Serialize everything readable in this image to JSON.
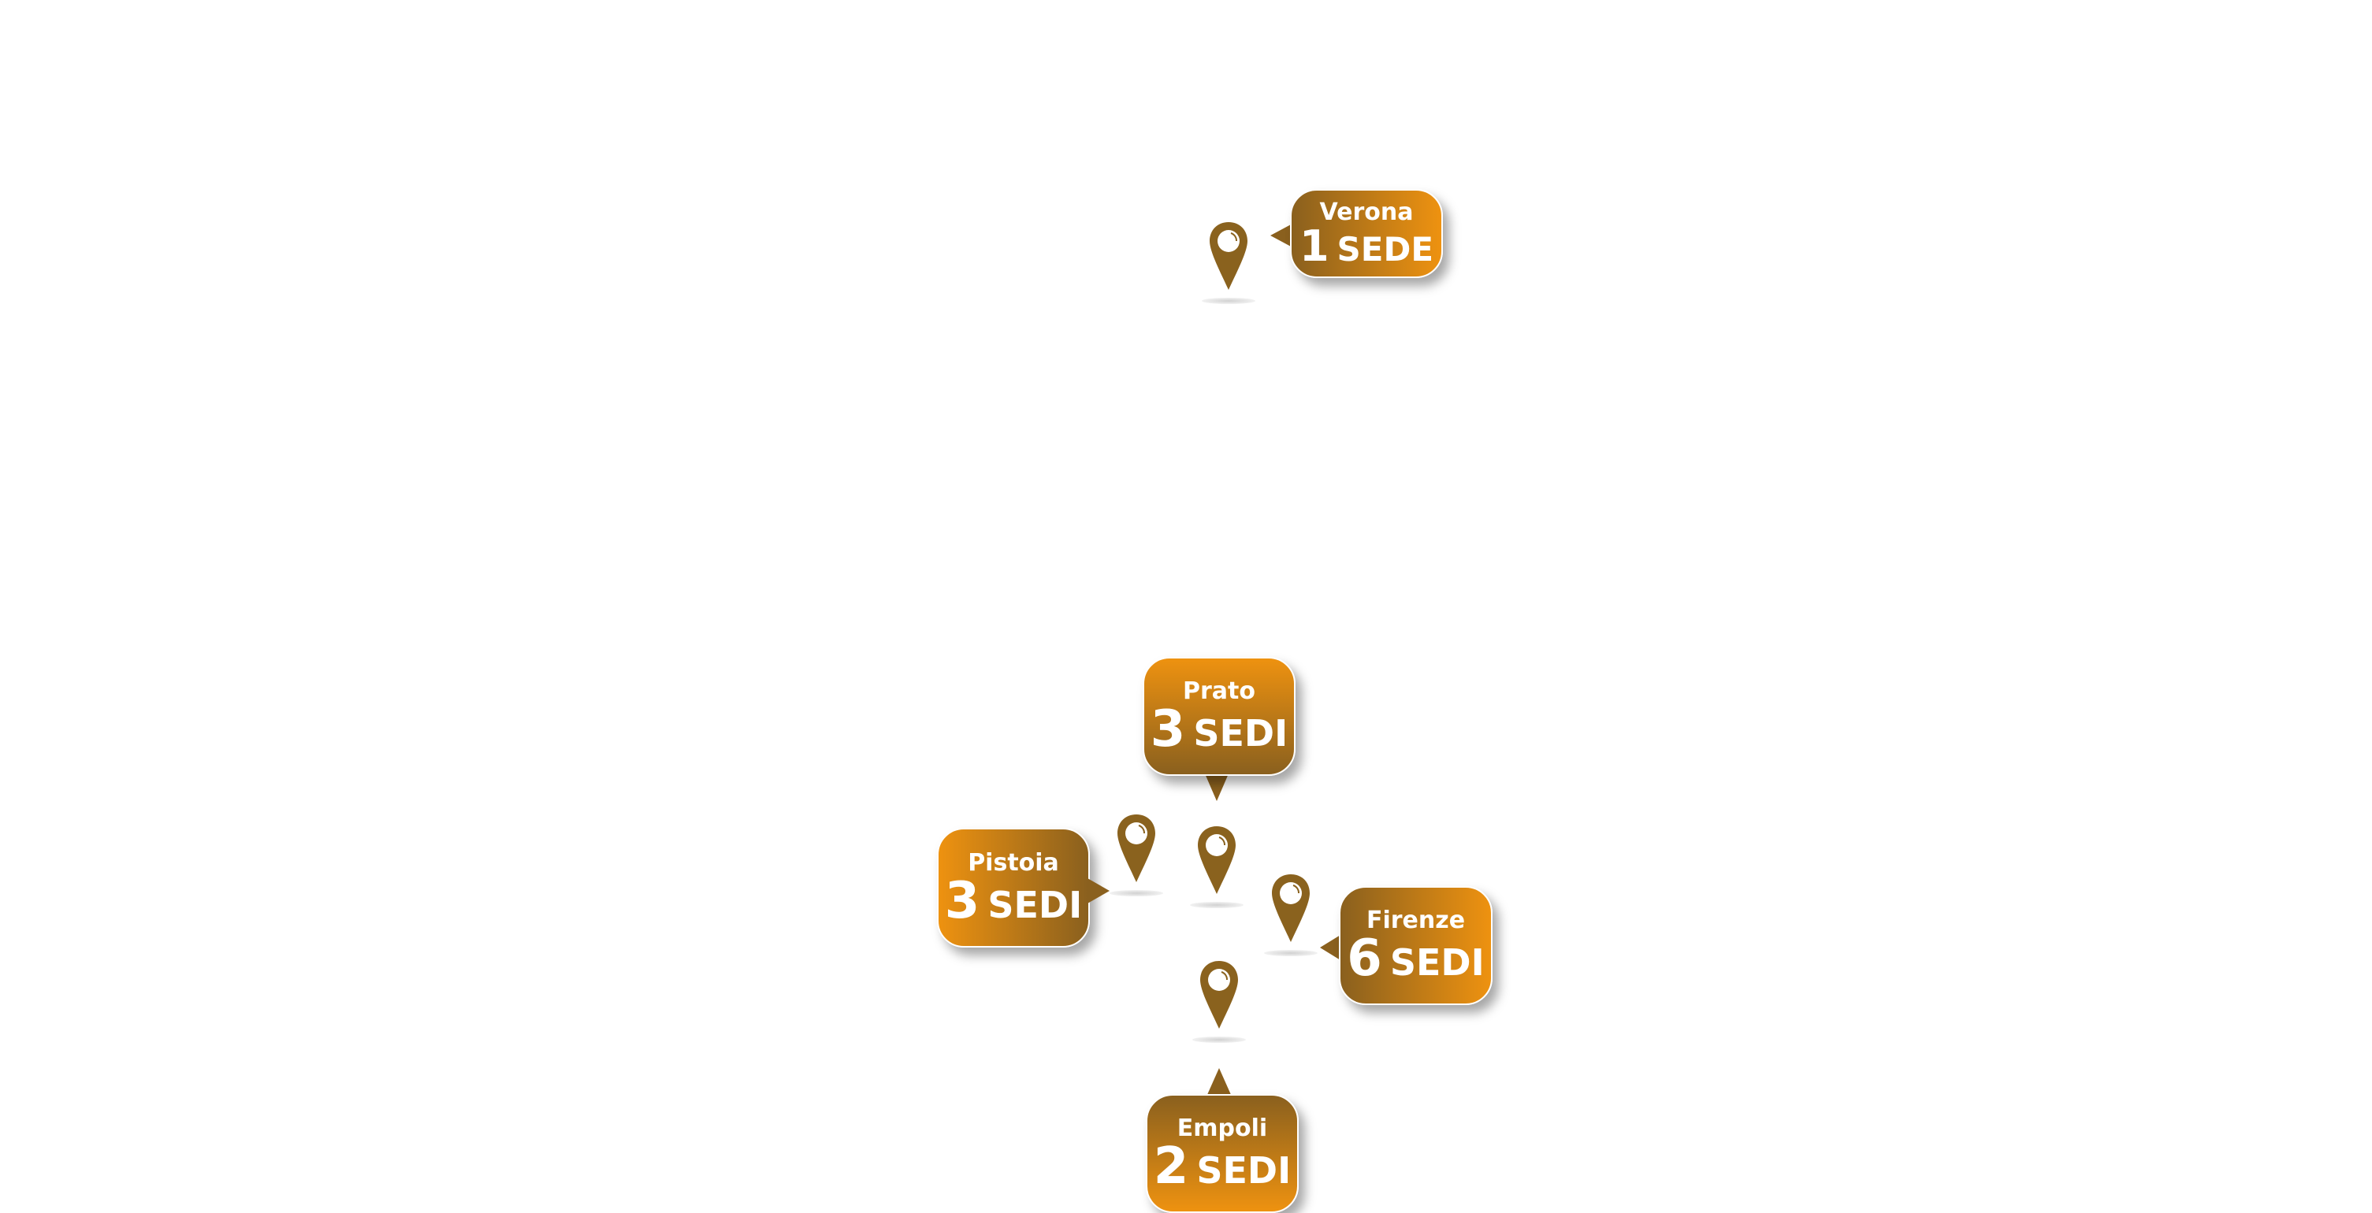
{
  "colors": {
    "brown": "#8a601e",
    "orange": "#ee9210"
  },
  "locations": [
    {
      "city": "Verona",
      "count": "1",
      "unit": "SEDE"
    },
    {
      "city": "Prato",
      "count": "3",
      "unit": "SEDI"
    },
    {
      "city": "Pistoia",
      "count": "3",
      "unit": "SEDI"
    },
    {
      "city": "Firenze",
      "count": "6",
      "unit": "SEDI"
    },
    {
      "city": "Empoli",
      "count": "2",
      "unit": "SEDI"
    }
  ]
}
